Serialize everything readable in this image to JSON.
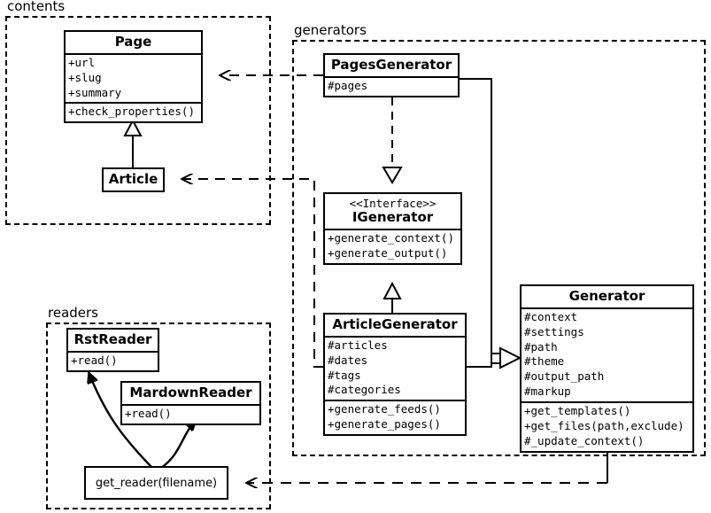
{
  "diagram": {
    "title": "UML class diagram",
    "stroke_color": "#000000",
    "background_color": "#ffffff"
  },
  "packages": [
    {
      "id": "contents",
      "label": "contents"
    },
    {
      "id": "generators",
      "label": "generators"
    },
    {
      "id": "readers",
      "label": "readers"
    }
  ],
  "classes": {
    "page": {
      "name": "Page",
      "attributes": [
        "+url",
        "+slug",
        "+summary"
      ],
      "operations": [
        "+check_properties()"
      ]
    },
    "article": {
      "name": "Article",
      "attributes": [],
      "operations": []
    },
    "pages_generator": {
      "name": "PagesGenerator",
      "attributes": [
        "#pages"
      ],
      "operations": []
    },
    "igenerator": {
      "stereotype": "<<Interface>>",
      "name": "IGenerator",
      "attributes": [],
      "operations": [
        "+generate_context()",
        "+generate_output()"
      ]
    },
    "article_generator": {
      "name": "ArticleGenerator",
      "attributes": [
        "#articles",
        "#dates",
        "#tags",
        "#categories"
      ],
      "operations": [
        "+generate_feeds()",
        "+generate_pages()"
      ]
    },
    "generator": {
      "name": "Generator",
      "attributes": [
        "#context",
        "#settings",
        "#path",
        "#theme",
        "#output_path",
        "#markup"
      ],
      "operations": [
        "+get_templates()",
        "+get_files(path,exclude)",
        "#_update_context()"
      ]
    },
    "rst_reader": {
      "name": "RstReader",
      "attributes": [],
      "operations": [
        "+read()"
      ]
    },
    "mardown_reader": {
      "name": "MardownReader",
      "attributes": [],
      "operations": [
        "+read()"
      ]
    },
    "get_reader": {
      "name": "get_reader(filename)"
    }
  },
  "relationships": [
    {
      "from": "Article",
      "to": "Page",
      "type": "generalization"
    },
    {
      "from": "PagesGenerator",
      "to": "IGenerator",
      "type": "realization"
    },
    {
      "from": "ArticleGenerator",
      "to": "IGenerator",
      "type": "generalization"
    },
    {
      "from": "PagesGenerator",
      "to": "Generator",
      "type": "generalization"
    },
    {
      "from": "ArticleGenerator",
      "to": "Generator",
      "type": "generalization"
    },
    {
      "from": "PagesGenerator",
      "to": "Page",
      "type": "dependency"
    },
    {
      "from": "ArticleGenerator",
      "to": "Article",
      "type": "dependency"
    },
    {
      "from": "Generator",
      "to": "get_reader(filename)",
      "type": "dependency"
    },
    {
      "from": "get_reader(filename)",
      "to": "RstReader",
      "type": "dependency"
    },
    {
      "from": "get_reader(filename)",
      "to": "MardownReader",
      "type": "dependency"
    }
  ]
}
